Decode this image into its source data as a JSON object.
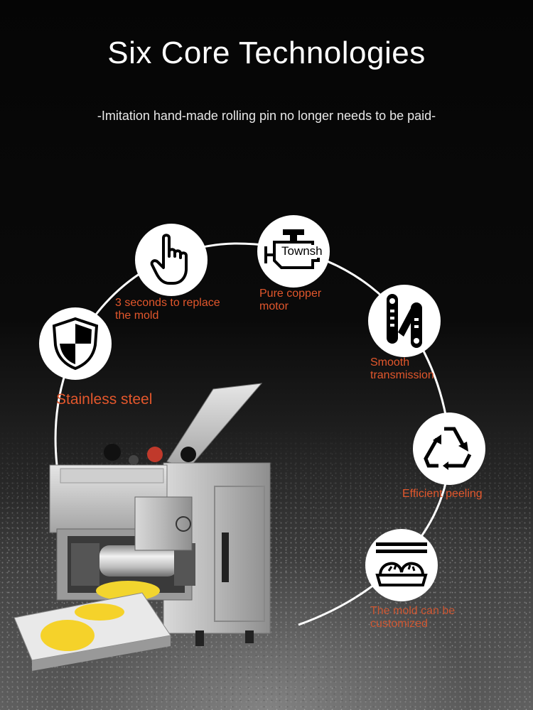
{
  "title": "Six Core Technologies",
  "subtitle": "-Imitation hand-made rolling pin no longer needs to be paid-",
  "features": [
    {
      "icon": "shield-icon",
      "label": "Stainless steel"
    },
    {
      "icon": "hand-pointer-icon",
      "label": "3 seconds to replace the mold"
    },
    {
      "icon": "engine-icon",
      "label": "Pure copper motor",
      "icon_text": "Townsh"
    },
    {
      "icon": "gear-transmission-icon",
      "label": "Smooth transmission"
    },
    {
      "icon": "recycle-icon",
      "label": "Efficient peeling"
    },
    {
      "icon": "mold-icon",
      "label": "The mold can be customized"
    }
  ],
  "colors": {
    "label": "#e3572c",
    "background": "#000000",
    "title": "#ffffff"
  }
}
